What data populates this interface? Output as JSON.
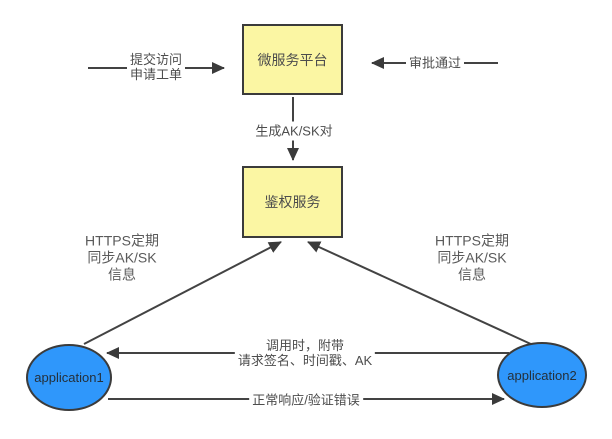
{
  "nodes": {
    "platform": {
      "label": "微服务平台"
    },
    "auth": {
      "label": "鉴权服务"
    },
    "app1": {
      "label": "application1"
    },
    "app2": {
      "label": "application2"
    }
  },
  "edges": {
    "submit": {
      "lines": [
        "提交访问",
        "申请工单"
      ]
    },
    "approve": {
      "label": "审批通过"
    },
    "generate": {
      "label": "生成AK/SK对"
    },
    "sync_left": {
      "lines": [
        "HTTPS定期",
        "同步AK/SK",
        "信息"
      ]
    },
    "sync_right": {
      "lines": [
        "HTTPS定期",
        "同步AK/SK",
        "信息"
      ]
    },
    "call": {
      "lines": [
        "调用时，附带",
        "请求签名、时间戳、AK"
      ]
    },
    "response": {
      "label": "正常响应/验证错误"
    }
  },
  "colors": {
    "canvas_bg": "#ffffff",
    "box_fill": "#FBF6A3",
    "ellipse_fill": "#2F97FB",
    "shape_border": "#3B3B3B",
    "line": "#434343",
    "node_text": "#4D4D4D",
    "app_text": "#24303B",
    "label_text": "#4D4D4D",
    "sync_text": "#5A5A5A"
  }
}
